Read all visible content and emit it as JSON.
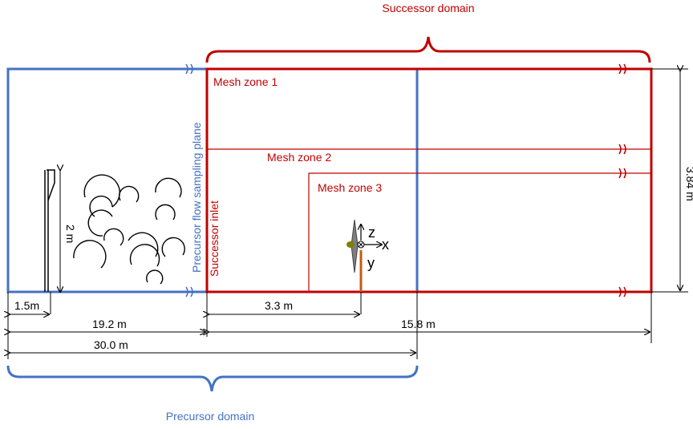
{
  "labels": {
    "successor_domain": "Successor domain",
    "precursor_domain": "Precursor domain",
    "mesh_zone_1": "Mesh zone 1",
    "mesh_zone_2": "Mesh zone 2",
    "mesh_zone_3": "Mesh zone 3",
    "precursor_flow_sampling_plane": "Precursor flow sampling plane",
    "successor_inlet": "Successor inlet",
    "axis_z": "z",
    "axis_x": "x",
    "axis_y": "y"
  },
  "dimensions": {
    "height_2m": "2 m",
    "height_3_84m": "3.84 m",
    "dist_1_5m": "1.5m",
    "dist_3_3m": "3.3 m",
    "dist_19_2m": "19.2 m",
    "dist_15_8m": "15.8 m",
    "dist_30_0m": "30.0 m"
  },
  "colors": {
    "precursor": "#4472c4",
    "successor": "#c00000",
    "tower": "#c55a11",
    "nacelle": "#7f7f00",
    "text": "#000000"
  }
}
